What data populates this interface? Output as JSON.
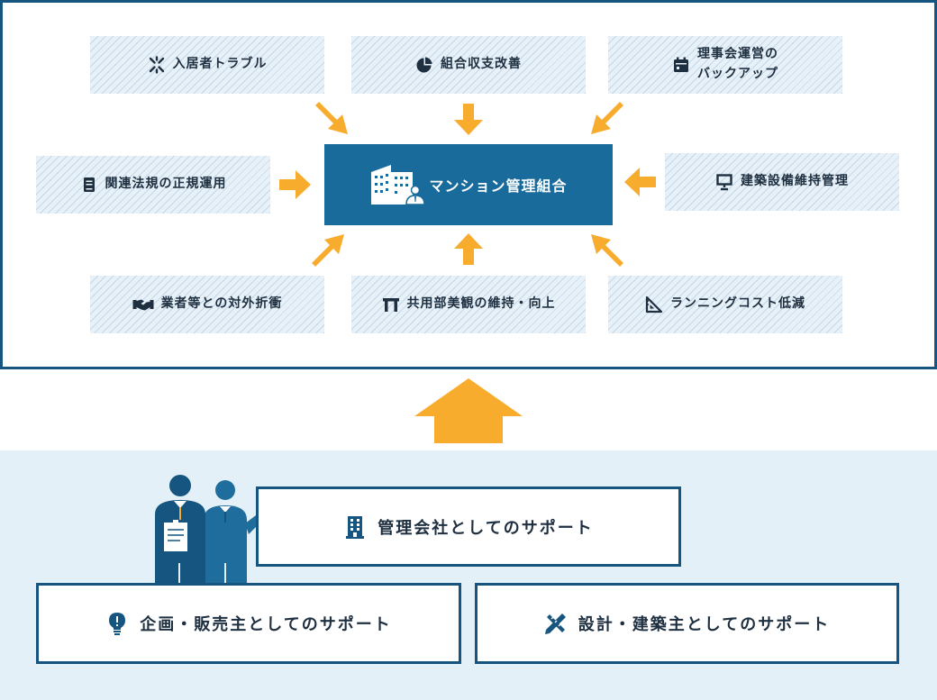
{
  "center": {
    "label": "マンション管理組合",
    "icon": "building-icon"
  },
  "issues": [
    {
      "id": "tenant-trouble",
      "label": "入居者トラブル",
      "icon": "burst-icon"
    },
    {
      "id": "income-improvement",
      "label": "組合収支改善",
      "icon": "pie-chart-icon"
    },
    {
      "id": "board-support",
      "label_line1": "理事会運営の",
      "label_line2": "バックアップ",
      "icon": "calendar-icon"
    },
    {
      "id": "legal-compliance",
      "label": "関連法規の正規運用",
      "icon": "book-icon"
    },
    {
      "id": "facility-maintenance",
      "label": "建築設備維持管理",
      "icon": "presentation-icon"
    },
    {
      "id": "vendor-negotiation",
      "label": "業者等との対外折衝",
      "icon": "handshake-icon"
    },
    {
      "id": "common-area",
      "label": "共用部美観の維持・向上",
      "icon": "gate-icon"
    },
    {
      "id": "running-cost",
      "label": "ランニングコスト低減",
      "icon": "ruler-triangle-icon"
    }
  ],
  "supports": {
    "management": {
      "label": "管理会社としてのサポート",
      "icon": "office-building-icon"
    },
    "planning": {
      "label": "企画・販売主としてのサポート",
      "icon": "lightbulb-icon"
    },
    "design": {
      "label": "設計・建築主としてのサポート",
      "icon": "pencil-ruler-icon"
    }
  },
  "colors": {
    "navy": "#15557f",
    "center": "#196b9b",
    "arrow": "#f7ac2d",
    "hatch": "#e9f1f8",
    "bottom_bg": "#e4f0f7",
    "text": "#1e2f40"
  }
}
